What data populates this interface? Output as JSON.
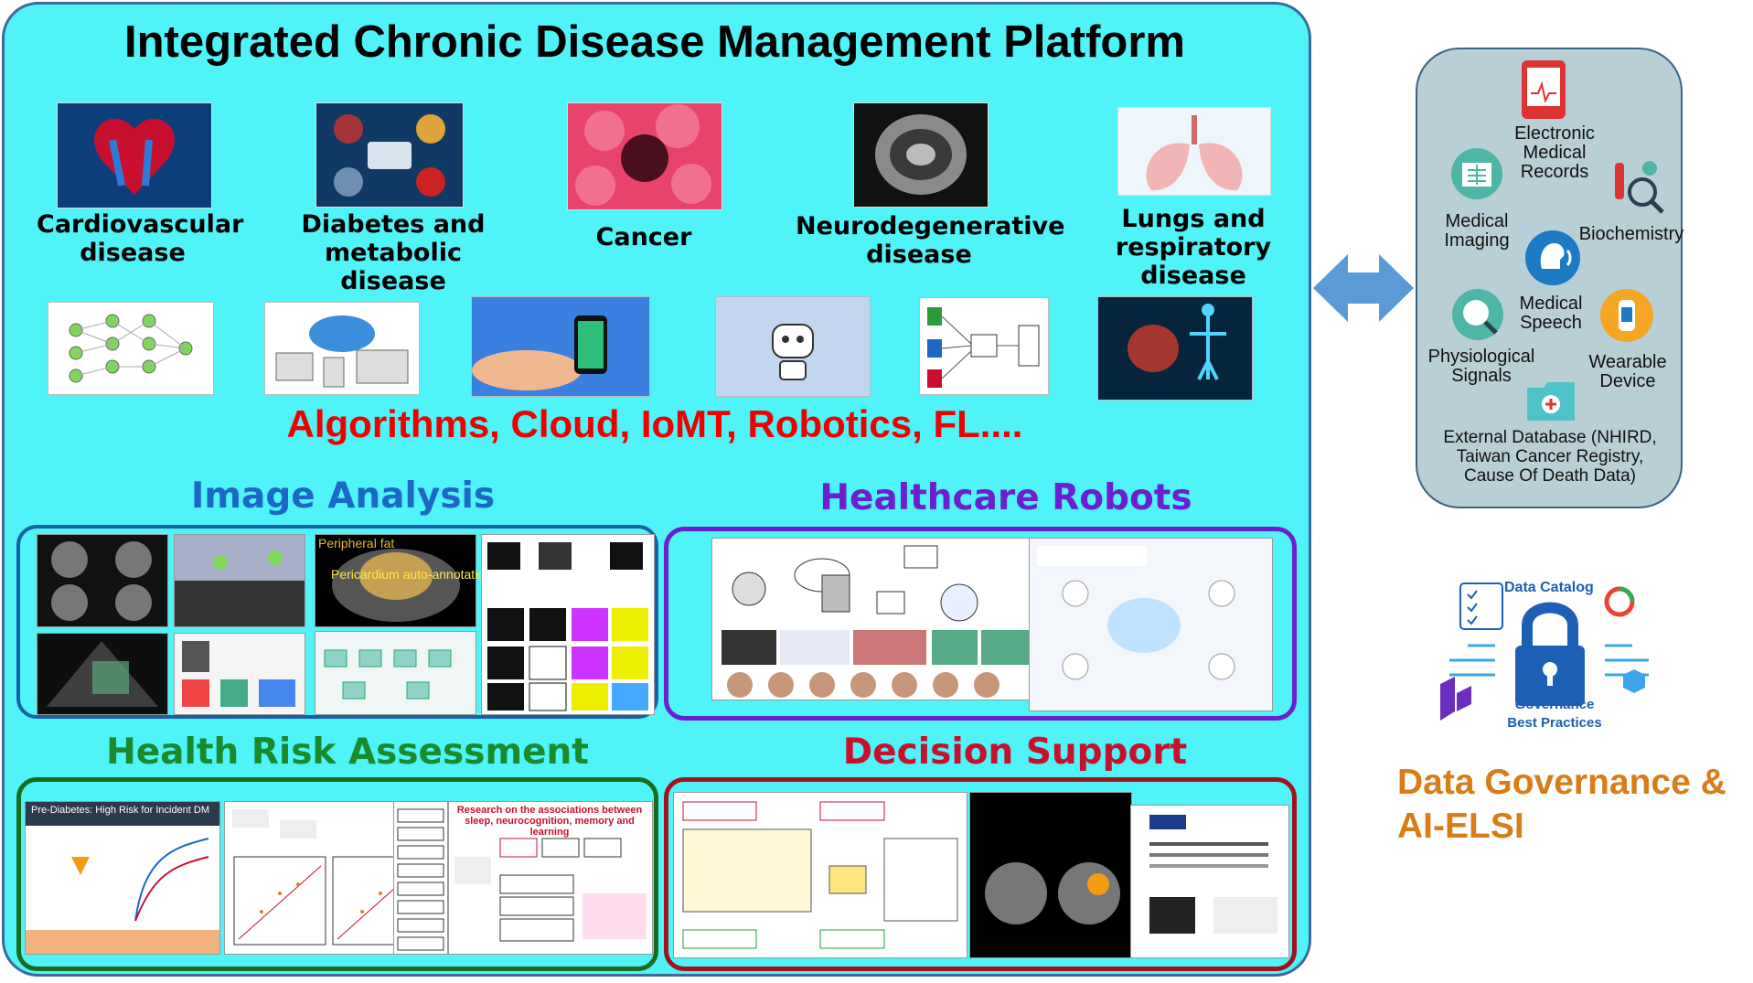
{
  "platform": {
    "title": "Integrated Chronic Disease Management Platform",
    "diseases": [
      {
        "label_line1": "Cardiovascular",
        "label_line2": "disease"
      },
      {
        "label_line1": "Diabetes and",
        "label_line2": "metabolic disease"
      },
      {
        "label_line1": "Cancer",
        "label_line2": ""
      },
      {
        "label_line1": "Neurodegenerative",
        "label_line2": "disease"
      },
      {
        "label_line1": "Lungs and",
        "label_line2": "respiratory disease"
      }
    ],
    "technologies_text": "Algorithms, Cloud, IoMT, Robotics, FL....",
    "sections": {
      "image_analysis": {
        "title": "Image Analysis",
        "color": "#1d68c4"
      },
      "healthcare_robots": {
        "title": "Healthcare Robots",
        "color": "#6b1fd1"
      },
      "health_risk": {
        "title": "Health Risk Assessment",
        "color": "#1a8a2c"
      },
      "decision_support": {
        "title": "Decision Support",
        "color": "#c8102e"
      }
    },
    "embedded_text": {
      "peripheral_fat": "Peripheral fat",
      "pericardium": "Pericardium auto-annotation",
      "prediabetes": "Pre-Diabetes: High Risk for Incident DM",
      "research": "Research on the associations between sleep, neurocognition, memory and learning"
    }
  },
  "data_sources": {
    "electronic_medical_records": "Electronic Medical Records",
    "medical_imaging": "Medical Imaging",
    "biochemistry": "Biochemistry",
    "medical_speech": "Medical Speech",
    "physiological_signals": "Physiological Signals",
    "wearable_device": "Wearable Device",
    "external_db_line1": "External Database (NHIRD,",
    "external_db_line2": "Taiwan Cancer Registry,",
    "external_db_line3": "Cause Of Death Data)"
  },
  "governance": {
    "data_catalog": "Data Catalog",
    "governance_label": "Governance",
    "best_practices": "Best Practices",
    "title_line1": "Data Governance &",
    "title_line2": "AI-ELSI"
  },
  "colors": {
    "panel": "#4ff3f8",
    "arrow": "#5b9bd5",
    "governance_orange": "#d87d17",
    "tech_red": "#ee0000"
  }
}
